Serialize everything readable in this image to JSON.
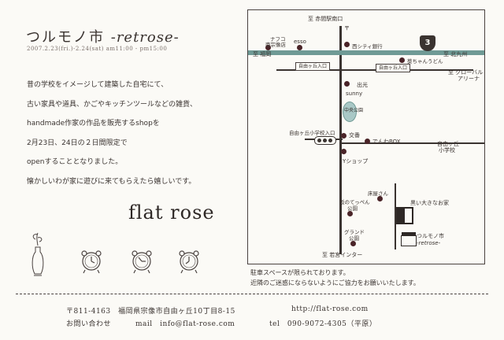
{
  "title": {
    "jp": "つルモノ市",
    "en": "-retrose-"
  },
  "date": "2007.2.23(fri.)-2.24(sat)  am11:00 - pm15:00",
  "body_lines": [
    "昔の学校をイメージして建築した自宅にて、",
    "古い家具や道具、かごやキッチンツールなどの雑貨、",
    "handmade作家の作品を販売するshopを",
    "2月23日、24日の２日間限定で",
    "openすることとなりました。",
    "懐かしいわが家に遊びに来てもらえたら嬉しいです。"
  ],
  "logo": "flat rose",
  "map": {
    "to_north": "至 赤間駅南口",
    "to_fukuoka": "至 福岡",
    "to_kitakyushu": "至 北九州",
    "to_grobal": "至 グローバル",
    "grobal_line2": "アリーナ",
    "to_wakamiya": "至 若宮インター",
    "route_number": "3",
    "esso": "esso",
    "nafuko": "ナフコ",
    "nafuko_line2": "南宗像店",
    "nishi_city": "西シティ銀行",
    "wata_udon": "葵ちゃんうどん",
    "jiyugaoka_iriguchi_1": "自由ヶ丘入口",
    "jiyugaoka_iriguchi_2": "自由ヶ丘入口",
    "idemitsu": "出光",
    "sunny": "sunny",
    "chuo_park": "中央公園",
    "shogakko_iriguchi": "自由ヶ丘小学校入口",
    "koban": "交番",
    "denwa_box": "でんわBOX",
    "jiyugaoka_elementary": "自由ヶ丘",
    "jiyugaoka_elementary_2": "小学校",
    "y_shop": "Yショップ",
    "tokoya": "床屋さん",
    "saka_park": "坂のてっぺん",
    "saka_park_2": "公園",
    "black_house": "黒い大きなお家",
    "ground_park": "グランド",
    "ground_park_2": "公園",
    "shop_label": "つルモノ市",
    "shop_label_en": "-retrose-"
  },
  "note_lines": [
    "駐車スペースが限られております。",
    "近隣のご迷惑にならないようにご協力をお願いいたします。"
  ],
  "footer": {
    "address": "〒811-4163　福岡県宗像市自由ヶ丘10丁目8-15",
    "url": "http://flat-rose.com",
    "contact_label": "お問い合わせ",
    "mail": "mail　info@flat-rose.com",
    "tel": "tel　090-9072-4305（平原）"
  },
  "colors": {
    "road": "#6f9a95",
    "park": "#a9c8c6",
    "dot": "#4a2428"
  }
}
